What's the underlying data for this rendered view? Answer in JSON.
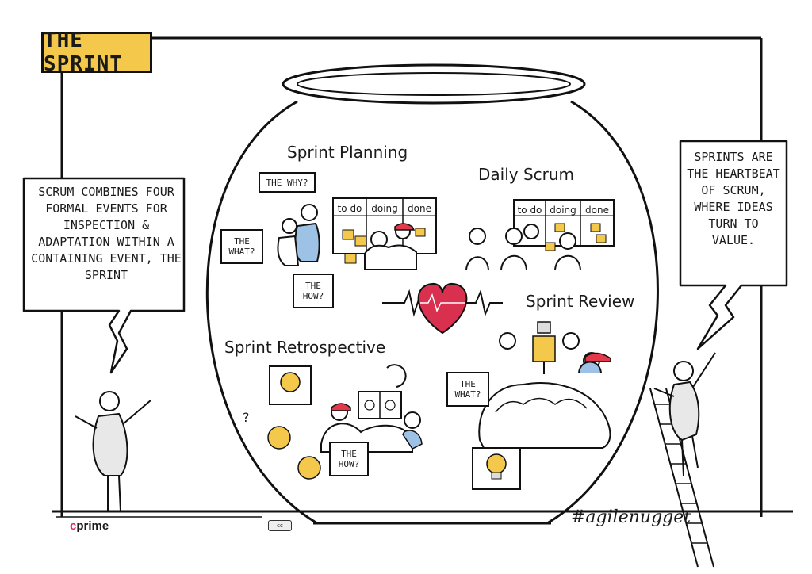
{
  "title": "THE SPRINT",
  "left_bubble": "SCRUM COMBINES FOUR FORMAL EVENTS FOR INSPECTION & ADAPTATION WITHIN A CONTAINING EVENT, THE SPRINT",
  "right_bubble": "SPRINTS ARE THE HEARTBEAT OF SCRUM, WHERE IDEAS TURN TO VALUE.",
  "sections": {
    "planning": "Sprint Planning",
    "daily": "Daily Scrum",
    "review": "Sprint Review",
    "retro": "Sprint Retrospective"
  },
  "planning_labels": {
    "why": "THE WHY?",
    "what": "THE WHAT?",
    "how": "THE HOW?"
  },
  "board_columns": [
    "to do",
    "doing",
    "done"
  ],
  "review_label": "THE WHAT?",
  "retro_label": "THE HOW?",
  "brand": {
    "c": "c",
    "rest": "prime"
  },
  "hashtag": "#agilenugget",
  "license": "cc",
  "colors": {
    "yellow": "#f4c84a",
    "heart": "#d9304f",
    "blue": "#9ec1e6",
    "red": "#e23a4a"
  }
}
